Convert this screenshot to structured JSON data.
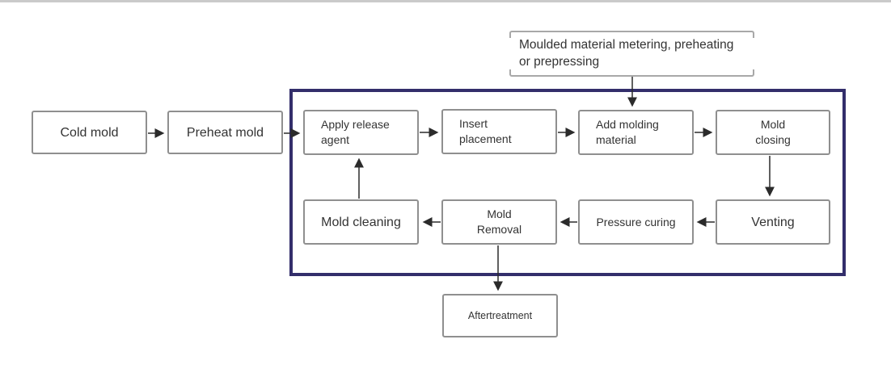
{
  "colors": {
    "container_border": "#332e6b",
    "box_border": "#8f8f8f",
    "box_background": "#ffffff",
    "note_bracket": "#a8a8a8",
    "arrow": "#2b2b2b",
    "text": "#333333",
    "page_top_line": "#cacaca"
  },
  "note": {
    "lines": [
      "Moulded material metering, preheating",
      "or prepressing"
    ]
  },
  "nodes": {
    "cold_mold": {
      "lines": [
        "Cold mold"
      ]
    },
    "preheat_mold": {
      "lines": [
        "Preheat mold"
      ]
    },
    "apply_release_agent": {
      "lines": [
        "Apply release",
        "agent"
      ]
    },
    "insert_placement": {
      "lines": [
        "Insert",
        "placement"
      ]
    },
    "add_molding_material": {
      "lines": [
        "Add molding",
        "material"
      ]
    },
    "mold_closing": {
      "lines": [
        "Mold",
        "closing"
      ]
    },
    "venting": {
      "lines": [
        "Venting"
      ]
    },
    "pressure_curing": {
      "lines": [
        "Pressure curing"
      ]
    },
    "mold_removal": {
      "lines": [
        "Mold",
        "Removal"
      ]
    },
    "mold_cleaning": {
      "lines": [
        "Mold cleaning"
      ]
    },
    "aftertreatment": {
      "lines": [
        "Aftertreatment"
      ]
    }
  },
  "edges": [
    {
      "from": "cold_mold",
      "to": "preheat_mold"
    },
    {
      "from": "preheat_mold",
      "to": "apply_release_agent"
    },
    {
      "from": "apply_release_agent",
      "to": "insert_placement"
    },
    {
      "from": "insert_placement",
      "to": "add_molding_material"
    },
    {
      "from": "add_molding_material",
      "to": "mold_closing"
    },
    {
      "from": "mold_closing",
      "to": "venting"
    },
    {
      "from": "venting",
      "to": "pressure_curing"
    },
    {
      "from": "pressure_curing",
      "to": "mold_removal"
    },
    {
      "from": "mold_removal",
      "to": "mold_cleaning"
    },
    {
      "from": "mold_cleaning",
      "to": "apply_release_agent"
    },
    {
      "from": "note",
      "to": "add_molding_material"
    },
    {
      "from": "mold_removal",
      "to": "aftertreatment"
    }
  ]
}
